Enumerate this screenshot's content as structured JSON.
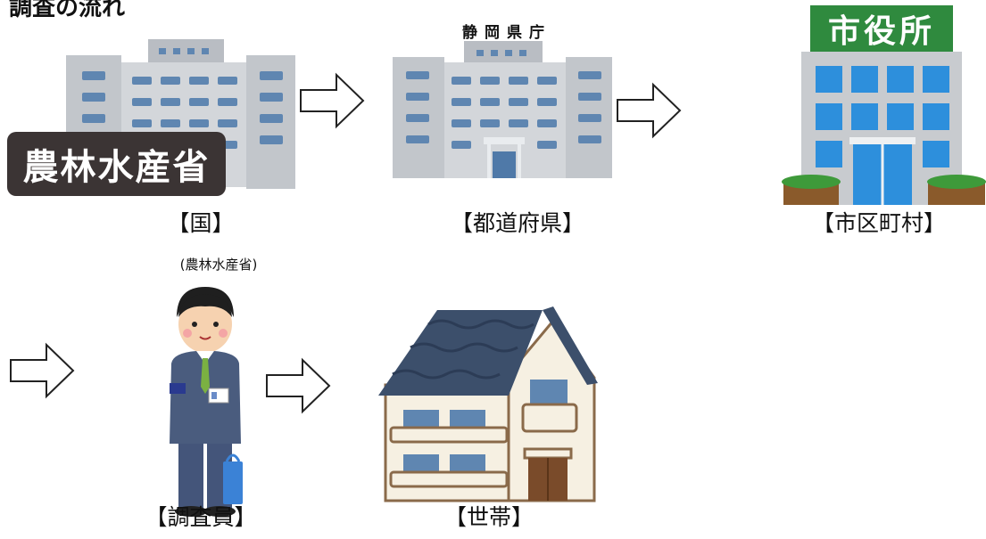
{
  "title": "調査の流れ",
  "nodes": {
    "kuni": {
      "label": "【国】",
      "sublabel": "(農林水産省)",
      "sign_text": "農林水産省"
    },
    "todofuken": {
      "label": "【都道府県】",
      "sign_text": "静岡県庁"
    },
    "shikuchoson": {
      "label": "【市区町村】",
      "sign_text": "市役所"
    },
    "chosain": {
      "label": "【調査員】"
    },
    "setai": {
      "label": "【世帯】"
    }
  },
  "colors": {
    "building_gray": "#c9ccd0",
    "window_blue": "#5f86b1",
    "city_hall_green": "#2f8a3e",
    "city_hall_blue": "#2d8fdc",
    "roof_navy": "#3c4f6b",
    "suit_navy": "#4a5c7e"
  }
}
